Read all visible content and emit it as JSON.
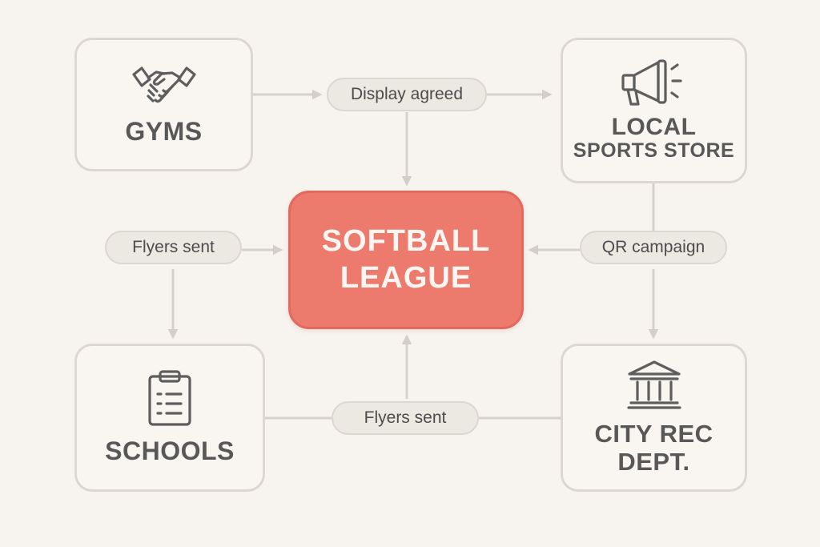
{
  "center": {
    "line1": "SOFTBALL",
    "line2": "LEAGUE",
    "color": "#ec7a6d"
  },
  "nodes": {
    "gyms": {
      "label": "GYMS",
      "icon": "handshake-icon"
    },
    "store": {
      "line1": "LOCAL",
      "line2": "SPORTS STORE",
      "icon": "megaphone-icon"
    },
    "schools": {
      "label": "SCHOOLS",
      "icon": "clipboard-icon"
    },
    "rec": {
      "line1": "CITY REC",
      "line2": "DEPT.",
      "icon": "government-building-icon"
    }
  },
  "edges": {
    "display": "Display agreed",
    "qr": "QR campaign",
    "flyers_left": "Flyers sent",
    "flyers_bottom": "Flyers sent"
  }
}
